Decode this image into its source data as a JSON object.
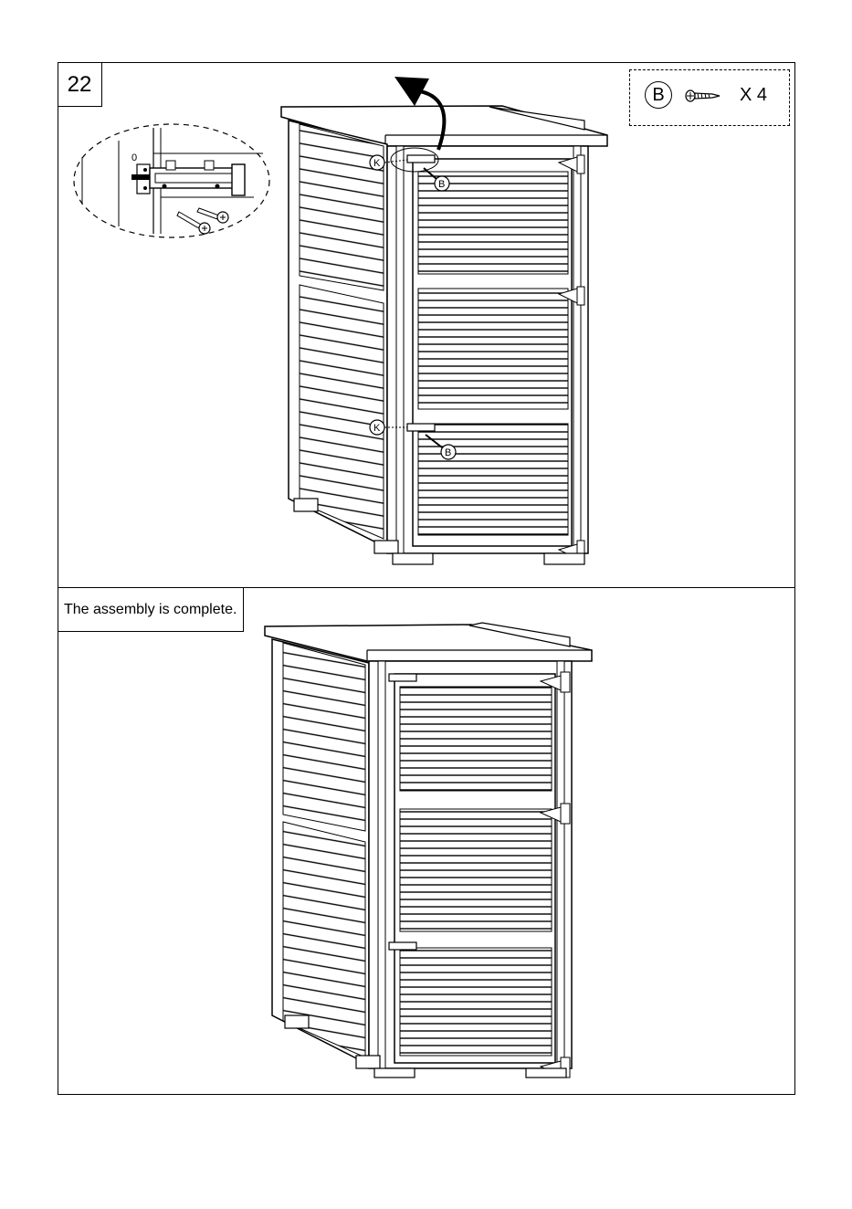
{
  "step": {
    "number": "22"
  },
  "parts": {
    "letter": "B",
    "quantity": "X 4",
    "icon": "screw-icon"
  },
  "callouts": {
    "door_latch": "K",
    "screw": "B"
  },
  "inset": {
    "marker": "0"
  },
  "caption": "The assembly is complete."
}
